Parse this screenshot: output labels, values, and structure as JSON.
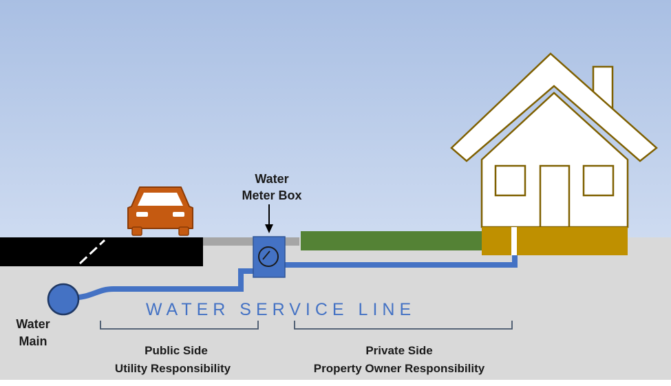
{
  "labels": {
    "meter_line1": "Water",
    "meter_line2": "Meter Box",
    "main_line1": "Water",
    "main_line2": "Main",
    "service_line": "WATER SERVICE LINE",
    "public_line1": "Public Side",
    "public_line2": "Utility Responsibility",
    "private_line1": "Private Side",
    "private_line2": "Property Owner Responsibility"
  },
  "colors": {
    "sky_top": "#a9bfe3",
    "sky_bottom": "#c8d7ef",
    "ground": "#d9d9d9",
    "road": "#000000",
    "sidewalk": "#a6a6a6",
    "lawn": "#548235",
    "foundation": "#bf9000",
    "pipe": "#4472c4",
    "meter_box": "#4472c4",
    "car": "#c55a11",
    "house_outline": "#7f6000",
    "house_fill": "#ffffff",
    "bracket": "#44546a"
  },
  "icons": {
    "car": "car-icon",
    "meter": "water-meter-icon",
    "house": "house-icon",
    "water_main": "water-main-pipe-icon"
  }
}
